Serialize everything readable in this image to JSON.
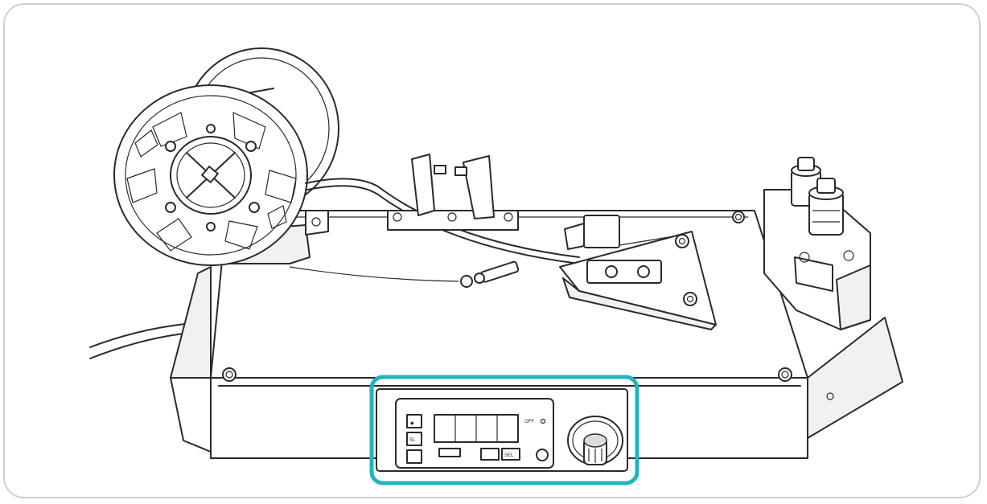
{
  "figure": {
    "highlight_color": "#1fb5bf",
    "line_color": "#2a2a2a",
    "frame_color": "#cfcfcf"
  },
  "control_panel": {
    "indicator_label": "OFF",
    "side_key_1": "SL",
    "key_left": "",
    "key_right": "SEL"
  },
  "components": {
    "spool": "spool-icon",
    "terminals": "terminal-posts-icon",
    "knob": "rotary-knob-icon"
  }
}
